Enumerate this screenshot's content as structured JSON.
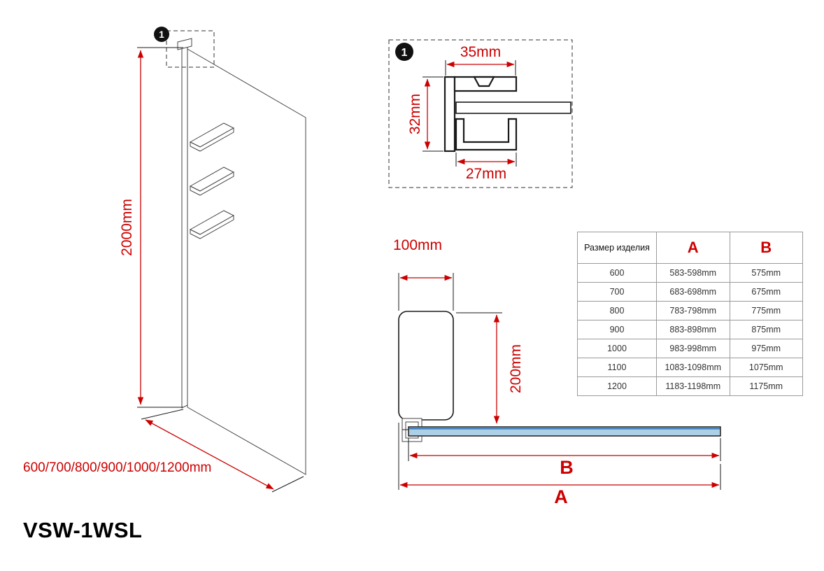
{
  "title": "VSW-1WSL",
  "colors": {
    "dimension_red": "#cc0000",
    "glass_fill_blue": "#aed0e6",
    "glass_line_blue": "#2e75b6"
  },
  "front_view": {
    "callout": "1",
    "height_label": "2000mm",
    "width_label": "600/700/800/900/1000/1200mm"
  },
  "detail_view": {
    "callout": "1",
    "top_width_label": "35mm",
    "height_label": "32mm",
    "bottom_width_label": "27mm"
  },
  "plan_view": {
    "profile_depth_label": "100mm",
    "profile_length_label": "200mm",
    "dim_b_label": "B",
    "dim_a_label": "A"
  },
  "size_table": {
    "headers": {
      "size": "Размер изделия",
      "a": "A",
      "b": "B"
    },
    "rows": [
      {
        "size": "600",
        "a": "583-598mm",
        "b": "575mm"
      },
      {
        "size": "700",
        "a": "683-698mm",
        "b": "675mm"
      },
      {
        "size": "800",
        "a": "783-798mm",
        "b": "775mm"
      },
      {
        "size": "900",
        "a": "883-898mm",
        "b": "875mm"
      },
      {
        "size": "1000",
        "a": "983-998mm",
        "b": "975mm"
      },
      {
        "size": "1100",
        "a": "1083-1098mm",
        "b": "1075mm"
      },
      {
        "size": "1200",
        "a": "1183-1198mm",
        "b": "1175mm"
      }
    ]
  }
}
